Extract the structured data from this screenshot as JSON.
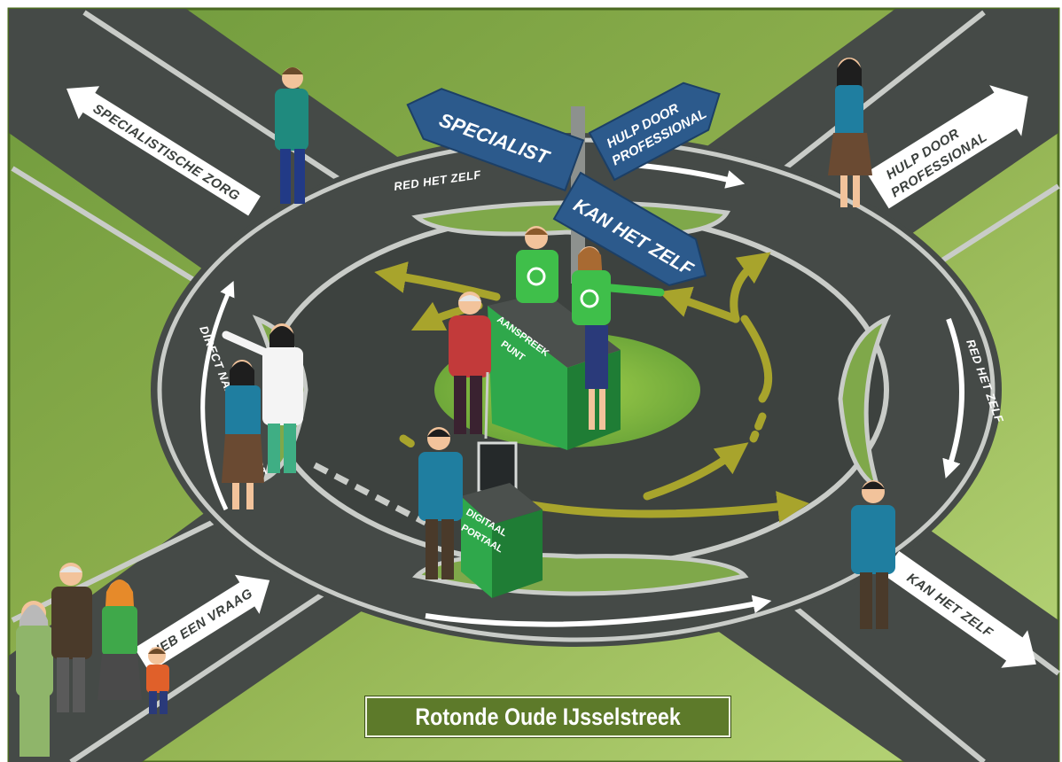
{
  "title": "Rotonde Oude IJsselstreek",
  "signpost": {
    "specialist": "SPECIALIST",
    "hulp_line1": "HULP DOOR",
    "hulp_line2": "PROFESSIONAL",
    "kan_het_zelf": "KAN HET ZELF"
  },
  "road_arrows": {
    "specialistische_zorg": "SPECIALISTISCHE ZORG",
    "hulp_line1": "HULP DOOR",
    "hulp_line2": "PROFESSIONAL",
    "kan_het_zelf": "KAN HET ZELF",
    "heb_een_vraag": "HEB EEN VRAAG"
  },
  "road_labels": {
    "red_het_zelf_top": "RED HET ZELF",
    "red_het_zelf_right": "RED HET ZELF",
    "direct_naar_specialist": "DIRECT NAAR SPECIALIST"
  },
  "desks": {
    "aanspreekpunt_line1": "AANSPREEK",
    "aanspreekpunt_line2": "PUNT",
    "digitaal_line1": "DIGITAAL",
    "digitaal_line2": "PORTAAL"
  },
  "colors": {
    "grass": "#8fb04e",
    "road": "#454a47",
    "sign_blue": "#2c5a8c",
    "desk_green": "#2fa84b",
    "flow_arrow": "#a8a42c",
    "title_bg": "#5d7a2a"
  }
}
